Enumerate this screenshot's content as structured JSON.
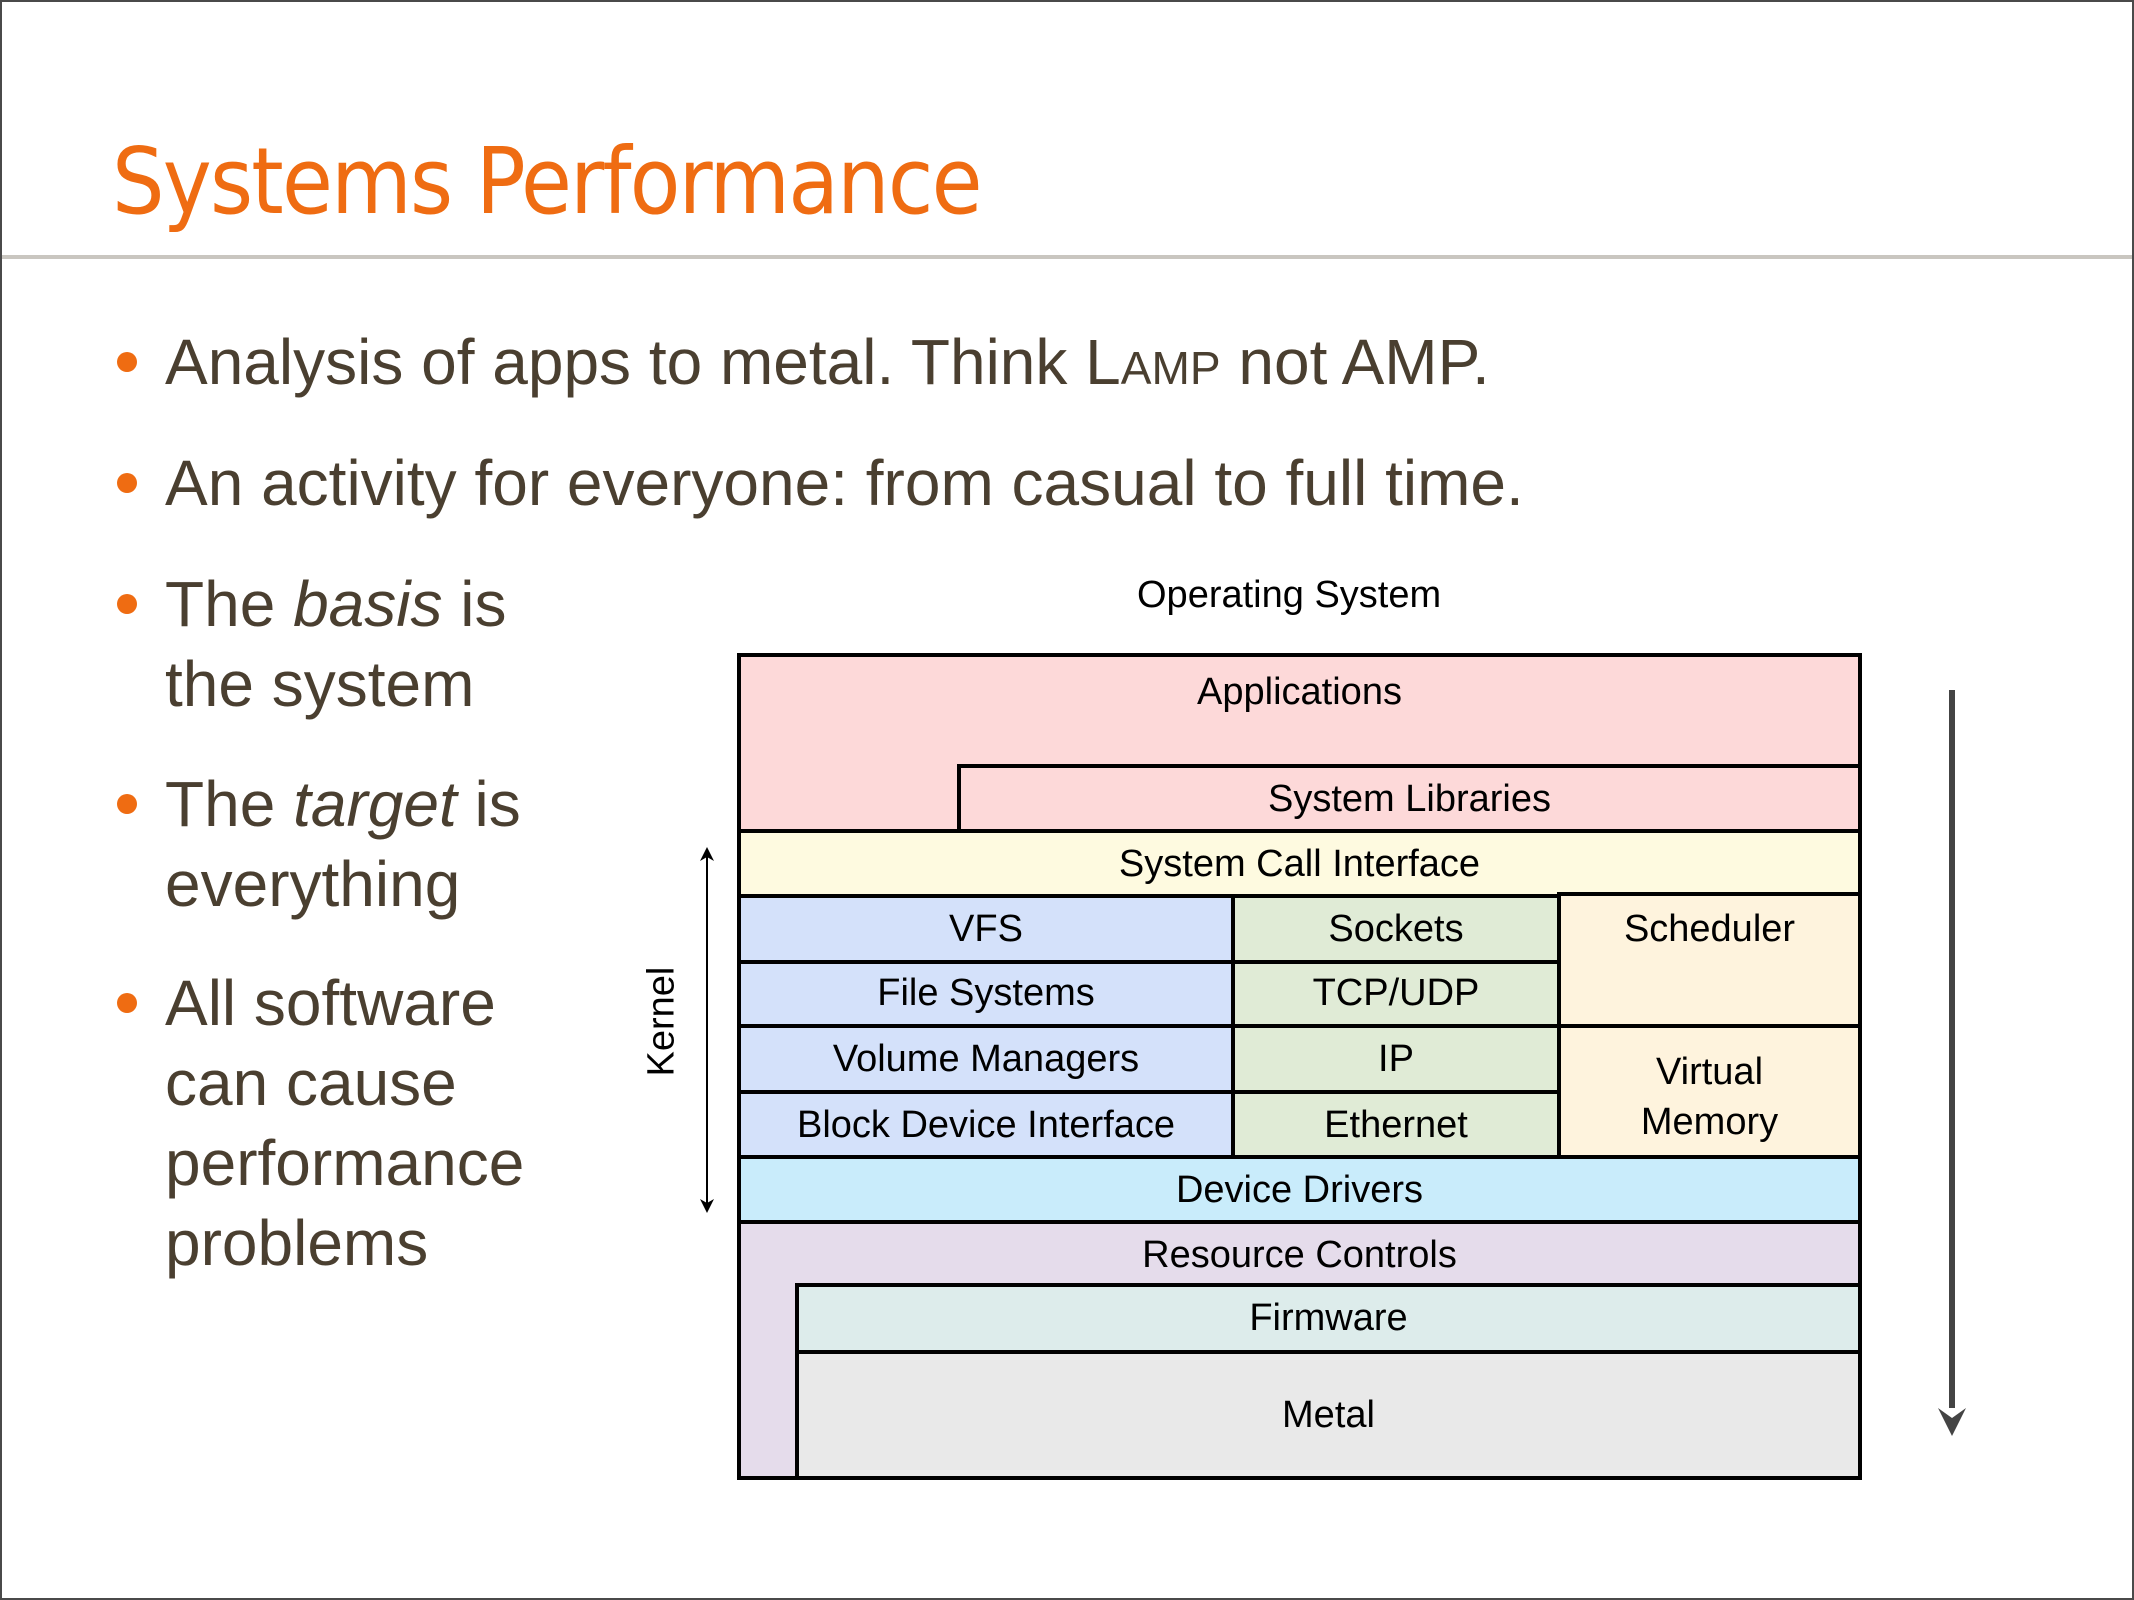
{
  "slide": {
    "title": "Systems Performance",
    "bullets": [
      {
        "pre": "Analysis of apps to metal. Think L",
        "smallcaps": "AMP",
        "post": " not AMP."
      },
      {
        "text": "An activity for everyone: from casual to full time."
      },
      {
        "pre": "The ",
        "em": "basis",
        "post": " is",
        "line2": "the system"
      },
      {
        "pre": "The ",
        "em": "target",
        "post": " is",
        "line2": "everything"
      },
      {
        "lines": [
          "All software",
          "can cause",
          "performance",
          "problems"
        ]
      }
    ]
  },
  "diagram": {
    "title": "Operating System",
    "kernel_label": "Kernel",
    "colors": {
      "applications": "#fdd9d9",
      "syscall": "#fefae0",
      "vfs_stack": "#d4e1fa",
      "net_stack": "#e0ebd6",
      "sched_vm": "#fef3dd",
      "device_drivers": "#c9ecfb",
      "resource_controls": "#e5dceb",
      "firmware": "#ddeceb",
      "metal": "#e9e9e9",
      "arrow": "#444444"
    },
    "layers": {
      "applications": "Applications",
      "system_libraries": "System Libraries",
      "system_call_interface": "System Call Interface",
      "vfs": "VFS",
      "file_systems": "File Systems",
      "volume_managers": "Volume Managers",
      "block_device_interface": "Block Device Interface",
      "sockets": "Sockets",
      "tcp_udp": "TCP/UDP",
      "ip": "IP",
      "ethernet": "Ethernet",
      "scheduler": "Scheduler",
      "virtual_memory_1": "Virtual",
      "virtual_memory_2": "Memory",
      "device_drivers": "Device Drivers",
      "resource_controls": "Resource Controls",
      "firmware": "Firmware",
      "metal": "Metal"
    }
  }
}
